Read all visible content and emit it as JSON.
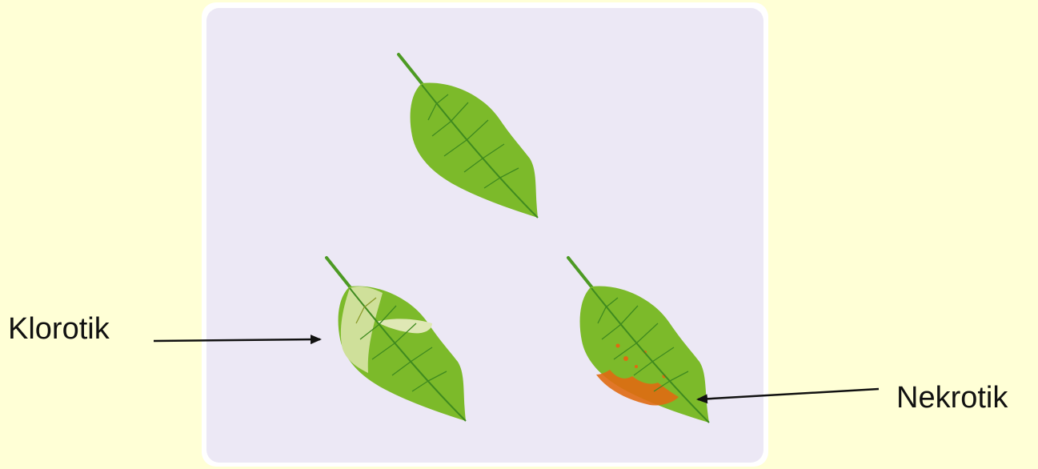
{
  "labels": {
    "left": "Klorotik",
    "right": "Nekrotik"
  },
  "colors": {
    "background": "#ffffd6",
    "panel": "#ece8f5",
    "leaf_green": "#7cba2a",
    "vein": "#3f8a1f",
    "chlorotic": "#cfe09a",
    "necrotic": "#e06a12"
  },
  "leaves": [
    "healthy-leaf",
    "chlorotic-leaf",
    "necrotic-leaf"
  ]
}
